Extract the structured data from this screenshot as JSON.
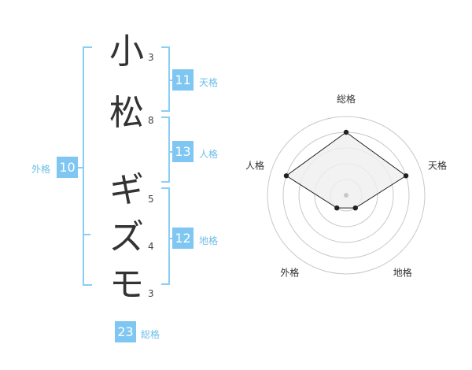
{
  "name": {
    "chars": [
      "小",
      "松",
      "ギ",
      "ズ",
      "モ"
    ],
    "strokes": [
      "3",
      "8",
      "5",
      "4",
      "3"
    ]
  },
  "scores": {
    "tenkaku": {
      "value": "11",
      "label": "天格"
    },
    "jinkaku": {
      "value": "13",
      "label": "人格"
    },
    "chikaku": {
      "value": "12",
      "label": "地格"
    },
    "gaikaku": {
      "value": "10",
      "label": "外格"
    },
    "soukaku": {
      "value": "23",
      "label": "総格"
    }
  },
  "chart_data": {
    "type": "radar",
    "axes": [
      "総格",
      "天格",
      "地格",
      "外格",
      "人格"
    ],
    "values": [
      4,
      4,
      1,
      1,
      4
    ],
    "max": 5,
    "colors": {
      "fill": "#efefef",
      "line": "#222222",
      "grid": "#c8c8c8"
    }
  }
}
